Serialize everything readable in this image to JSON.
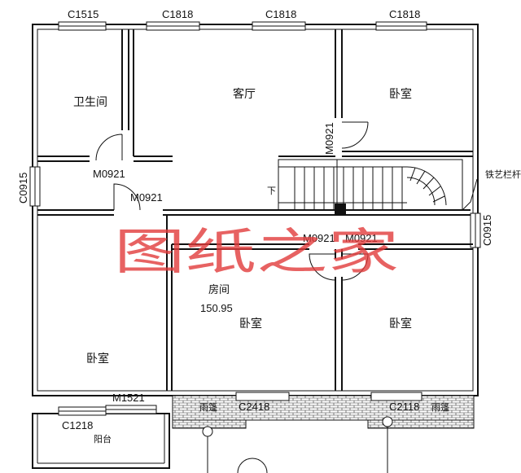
{
  "windows": {
    "top1": "C1515",
    "top2": "C1818",
    "top3": "C1818",
    "top4": "C1818",
    "left": "C0915",
    "right": "C0915",
    "balcony": "C1218",
    "canopy_left": "C2418",
    "canopy_right": "C2118"
  },
  "doors": {
    "bath": "M0921",
    "hall": "M0921",
    "bed_tr": "M0921",
    "mid_left": "M0921",
    "mid_right": "M0921",
    "balcony_door": "M1521"
  },
  "rooms": {
    "bathroom": "卫生间",
    "living": "客厅",
    "bed_top_right": "卧室",
    "bed_left": "卧室",
    "bed_mid": "卧室",
    "bed_right": "卧室",
    "room_tag": "房间",
    "room_area": "150.95",
    "balcony": "阳台",
    "canopy_left": "雨篷",
    "canopy_right": "雨篷"
  },
  "annotations": {
    "stair_down": "下",
    "railing": "铁艺栏杆"
  },
  "watermark": "图纸之家",
  "colors": {
    "line": "#111111",
    "watermark": "#e23b3b"
  }
}
